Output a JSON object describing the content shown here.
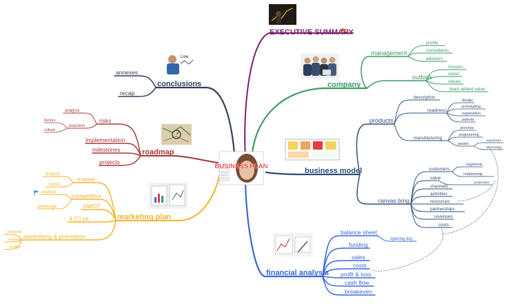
{
  "center": {
    "label": "BUSINESS PLAN"
  },
  "colors": {
    "executive": "#7b1f6e",
    "company": "#3d9a63",
    "business": "#2f4f77",
    "financial": "#3a66d6",
    "marketing": "#f2b42c",
    "roadmap": "#a63636",
    "conclusions": "#2f3f5a",
    "link": "#7a7a7a"
  },
  "branches": {
    "executive_summary": {
      "label": "EXECUTIVE SUMMARY"
    },
    "company": {
      "label": "company",
      "management": {
        "label": "management",
        "items": [
          "profile",
          "consultants",
          "advisors"
        ]
      },
      "outlook": {
        "label": "outlook",
        "items": [
          "mission",
          "vision",
          "values",
          "team added value"
        ]
      }
    },
    "business_model": {
      "label": "business model",
      "products": {
        "label": "products",
        "description": "description",
        "readiness": {
          "label": "readiness",
          "items": [
            "design",
            "prototyping",
            "registration",
            "patents"
          ]
        },
        "manufacturing": {
          "label": "manufacturing",
          "process": "process",
          "engineering": "engineering",
          "assets": {
            "label": "assets",
            "items": [
              "equipment",
              "technology"
            ]
          }
        }
      },
      "canvas_bmg": {
        "label": "canvas bmg",
        "customers": {
          "label": "customers",
          "items": [
            "segments",
            "relationship"
          ]
        },
        "value": {
          "label": "value",
          "items": [
            "proposition"
          ]
        },
        "items": [
          "channels",
          "activities",
          "resources",
          "partnerships",
          "revenues",
          "costs"
        ]
      }
    },
    "financial_analysis": {
      "label": "financial analysis",
      "balance_sheet": {
        "label": "balance sheet",
        "items": [
          "opening day"
        ]
      },
      "items": [
        "funding",
        "sales",
        "costs",
        "profit & loss",
        "cash flow",
        "breakeven"
      ]
    },
    "conclusions": {
      "label": "conclusions",
      "items": [
        "annexes",
        "recap"
      ]
    },
    "roadmap": {
      "label": "roadmap",
      "risks": {
        "label": "risks",
        "analysis": "analysis",
        "success": {
          "label": "success",
          "items": [
            "factors",
            "critical"
          ]
        }
      },
      "items": [
        "implementation",
        "milestones",
        "projects"
      ]
    },
    "marketing_plan": {
      "label": "marketing plan",
      "market": {
        "label": "market",
        "items": [
          "analysis",
          "trends"
        ]
      },
      "competitive": {
        "label": "competitive",
        "items": [
          "analysis",
          "advantage"
        ]
      },
      "swot": "SWOT",
      "ps": "4 (7) ps",
      "advertising": {
        "label": "advertising & promotion",
        "items": [
          "channels",
          "strategy",
          "budget"
        ]
      }
    }
  }
}
